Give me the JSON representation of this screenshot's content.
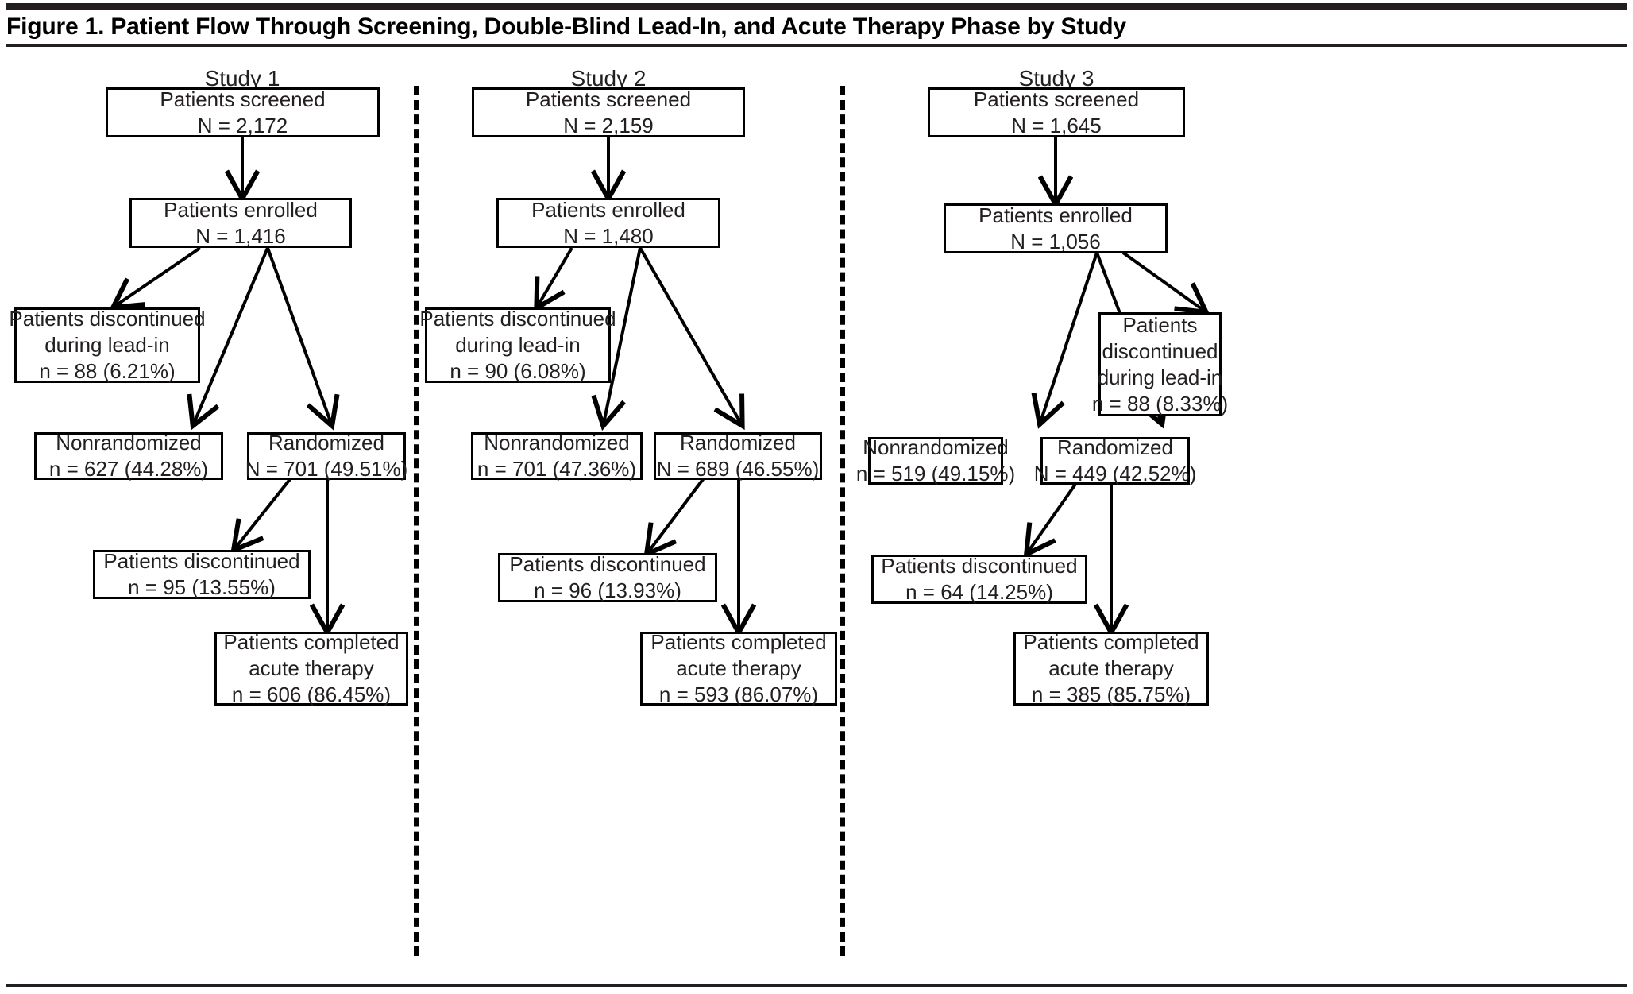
{
  "figure": {
    "title": "Figure 1. Patient Flow Through Screening, Double-Blind Lead-In, and Acute Therapy Phase by Study"
  },
  "columns": [
    {
      "heading": "Study 1"
    },
    {
      "heading": "Study 2"
    },
    {
      "heading": "Study 3"
    }
  ],
  "chart_data": {
    "type": "diagram",
    "title": "Figure 1. Patient Flow Through Screening, Double-Blind Lead-In, and Acute Therapy Phase by Study",
    "studies": [
      {
        "name": "Study 1",
        "nodes": {
          "screened": {
            "label": "Patients screened",
            "value": "N = 2,172",
            "n": 2172
          },
          "enrolled": {
            "label": "Patients enrolled",
            "value": "N = 1,416",
            "n": 1416
          },
          "discontinued_leadin": {
            "label_line1": "Patients discontinued",
            "label_line2": "during lead-in",
            "value": "n = 88 (6.21%)",
            "n": 88,
            "pct": 6.21
          },
          "nonrandomized": {
            "label": "Nonrandomized",
            "value": "n = 627 (44.28%)",
            "n": 627,
            "pct": 44.28
          },
          "randomized": {
            "label": "Randomized",
            "value": "N = 701 (49.51%)",
            "n": 701,
            "pct": 49.51
          },
          "discontinued_acute": {
            "label": "Patients discontinued",
            "value": "n = 95 (13.55%)",
            "n": 95,
            "pct": 13.55
          },
          "completed": {
            "label_line1": "Patients completed",
            "label_line2": "acute therapy",
            "value": "n = 606 (86.45%)",
            "n": 606,
            "pct": 86.45
          }
        }
      },
      {
        "name": "Study 2",
        "nodes": {
          "screened": {
            "label": "Patients screened",
            "value": "N = 2,159",
            "n": 2159
          },
          "enrolled": {
            "label": "Patients enrolled",
            "value": "N = 1,480",
            "n": 1480
          },
          "discontinued_leadin": {
            "label_line1": "Patients discontinued",
            "label_line2": "during lead-in",
            "value": "n = 90 (6.08%)",
            "n": 90,
            "pct": 6.08
          },
          "nonrandomized": {
            "label": "Nonrandomized",
            "value": "n = 701 (47.36%)",
            "n": 701,
            "pct": 47.36
          },
          "randomized": {
            "label": "Randomized",
            "value": "N = 689 (46.55%)",
            "n": 689,
            "pct": 46.55
          },
          "discontinued_acute": {
            "label": "Patients discontinued",
            "value": "n = 96 (13.93%)",
            "n": 96,
            "pct": 13.93
          },
          "completed": {
            "label_line1": "Patients completed",
            "label_line2": "acute therapy",
            "value": "n = 593 (86.07%)",
            "n": 593,
            "pct": 86.07
          }
        }
      },
      {
        "name": "Study 3",
        "nodes": {
          "screened": {
            "label": "Patients screened",
            "value": "N = 1,645",
            "n": 1645
          },
          "enrolled": {
            "label": "Patients enrolled",
            "value": "N = 1,056",
            "n": 1056
          },
          "discontinued_leadin": {
            "label_line1": "Patients",
            "label_line2": "discontinued",
            "label_line3": "during lead-in",
            "value": "n = 88 (8.33%)",
            "n": 88,
            "pct": 8.33
          },
          "nonrandomized": {
            "label": "Nonrandomized",
            "value": "n = 519 (49.15%)",
            "n": 519,
            "pct": 49.15
          },
          "randomized": {
            "label": "Randomized",
            "value": "N = 449 (42.52%)",
            "n": 449,
            "pct": 42.52
          },
          "discontinued_acute": {
            "label": "Patients discontinued",
            "value": "n = 64 (14.25%)",
            "n": 64,
            "pct": 14.25
          },
          "completed": {
            "label_line1": "Patients completed",
            "label_line2": "acute therapy",
            "value": "n = 385 (85.75%)",
            "n": 385,
            "pct": 85.75
          }
        }
      }
    ],
    "edges": [
      "screened -> enrolled",
      "enrolled -> discontinued during lead-in",
      "enrolled -> nonrandomized",
      "enrolled -> randomized",
      "randomized -> patients discontinued",
      "randomized -> patients completed acute therapy"
    ]
  },
  "colors": {
    "rule": "#231f20",
    "box_border": "#000000",
    "text": "#231f20",
    "background": "#ffffff"
  }
}
